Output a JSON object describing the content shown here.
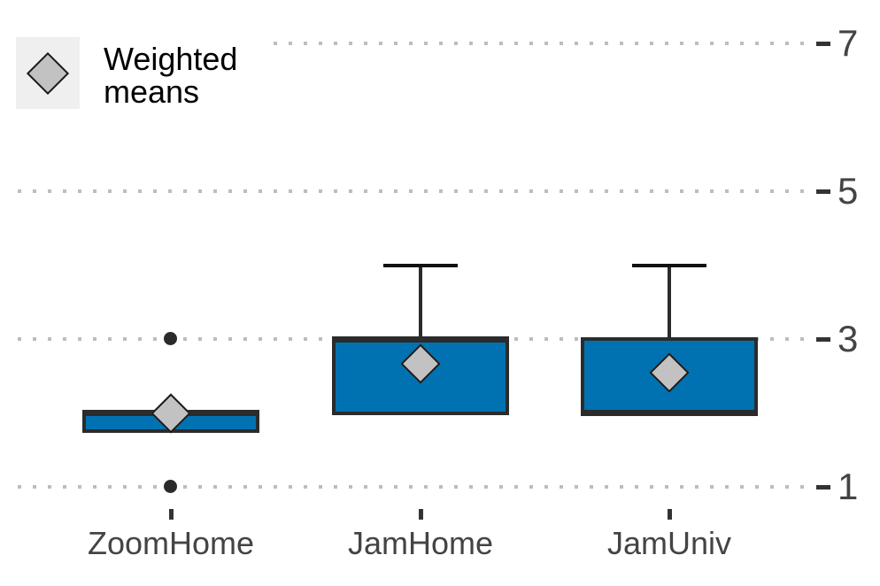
{
  "chart_data": {
    "type": "boxplot",
    "title": "",
    "legend": {
      "label": "Weighted means",
      "marker": "diamond",
      "position": "inside top-left"
    },
    "categories": [
      "ZoomHome",
      "JamHome",
      "JamUniv"
    ],
    "yticks": [
      1,
      3,
      5,
      7
    ],
    "ylim": [
      0.5,
      7.3
    ],
    "grid": "dotted horizontal gridlines at yticks",
    "y_axis_side": "right",
    "boxes": [
      {
        "category": "ZoomHome",
        "q1": 1.75,
        "median": 2,
        "q3": 2,
        "whisker_low": 1.75,
        "whisker_high": 2,
        "outliers": [
          1,
          3
        ],
        "weighted_mean": 2.0
      },
      {
        "category": "JamHome",
        "q1": 2,
        "median": 3,
        "q3": 3,
        "whisker_low": 2,
        "whisker_high": 4,
        "outliers": [],
        "weighted_mean": 2.66
      },
      {
        "category": "JamUniv",
        "q1": 2,
        "median": 2,
        "q3": 3,
        "whisker_low": 2,
        "whisker_high": 4,
        "outliers": [],
        "weighted_mean": 2.55
      }
    ],
    "colors": {
      "box_fill": "#0072B2",
      "box_border": "#2b2b2b",
      "mean_diamond_fill": "#c2c2c2",
      "mean_diamond_border": "#1a1a1a",
      "gridline": "#bdbdbd",
      "axis_text": "#444444",
      "tick": "#333333",
      "legend_key_bg": "#efefef",
      "outlier": "#2b2b2b"
    }
  }
}
